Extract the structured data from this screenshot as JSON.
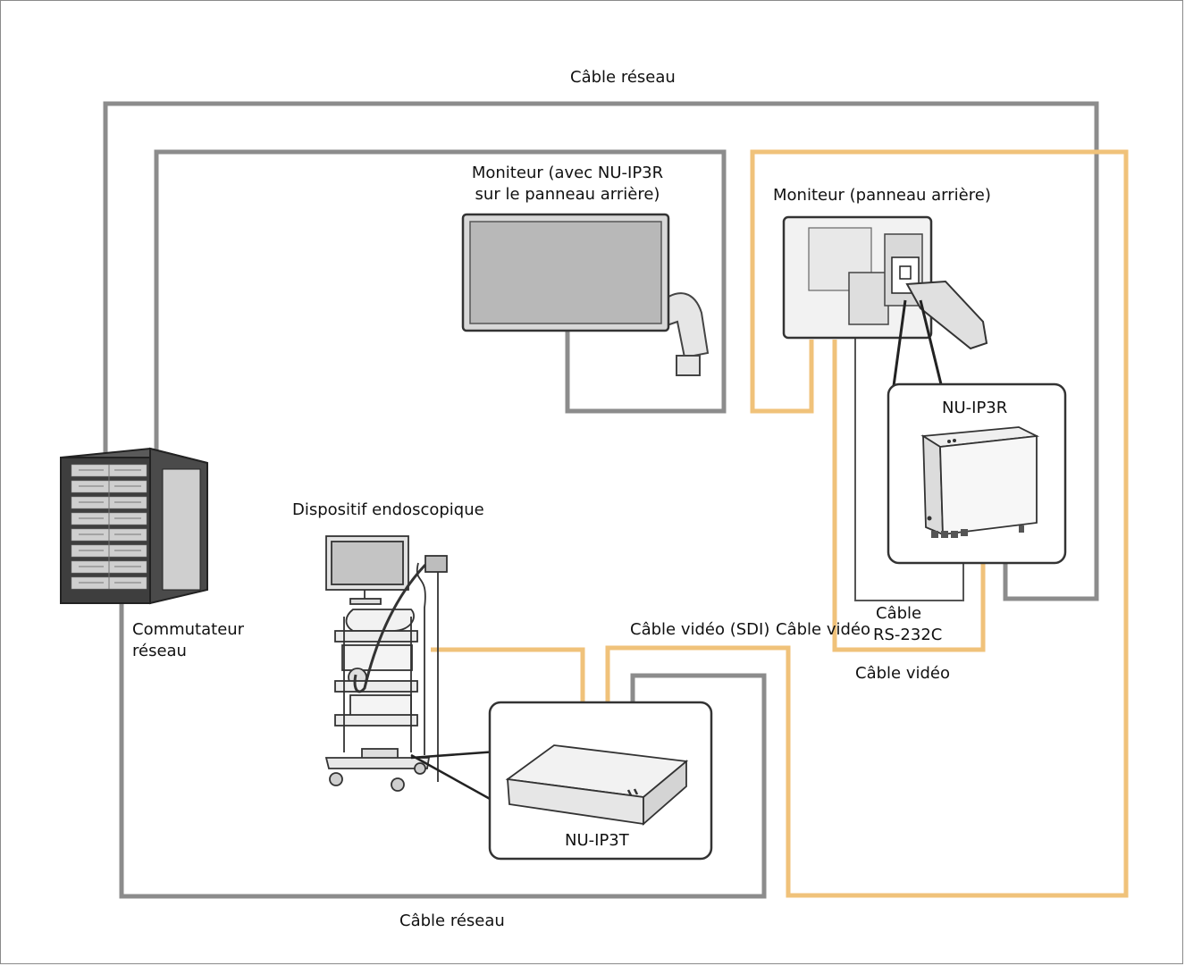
{
  "colors": {
    "network_cable": "#8c8c8c",
    "video_cable": "#f0c27a",
    "device_outline": "#333333",
    "thin_cable": "#555555"
  },
  "labels": {
    "cable_reseau_top": "Câble réseau",
    "cable_reseau_bottom": "Câble réseau",
    "monitor_front_line1": "Moniteur (avec NU-IP3R",
    "monitor_front_line2": "sur le panneau arrière)",
    "monitor_rear": "Moniteur (panneau arrière)",
    "receiver_name": "NU-IP3R",
    "transmitter_name": "NU-IP3T",
    "endoscope": "Dispositif endoscopique",
    "switch_line1": "Commutateur",
    "switch_line2": "réseau",
    "video_sdi": "Câble vidéo (SDI)",
    "video_cable_1": "Câble vidéo",
    "rs232_line1": "Câble",
    "rs232_line2": "RS-232C",
    "video_cable_2": "Câble vidéo"
  }
}
